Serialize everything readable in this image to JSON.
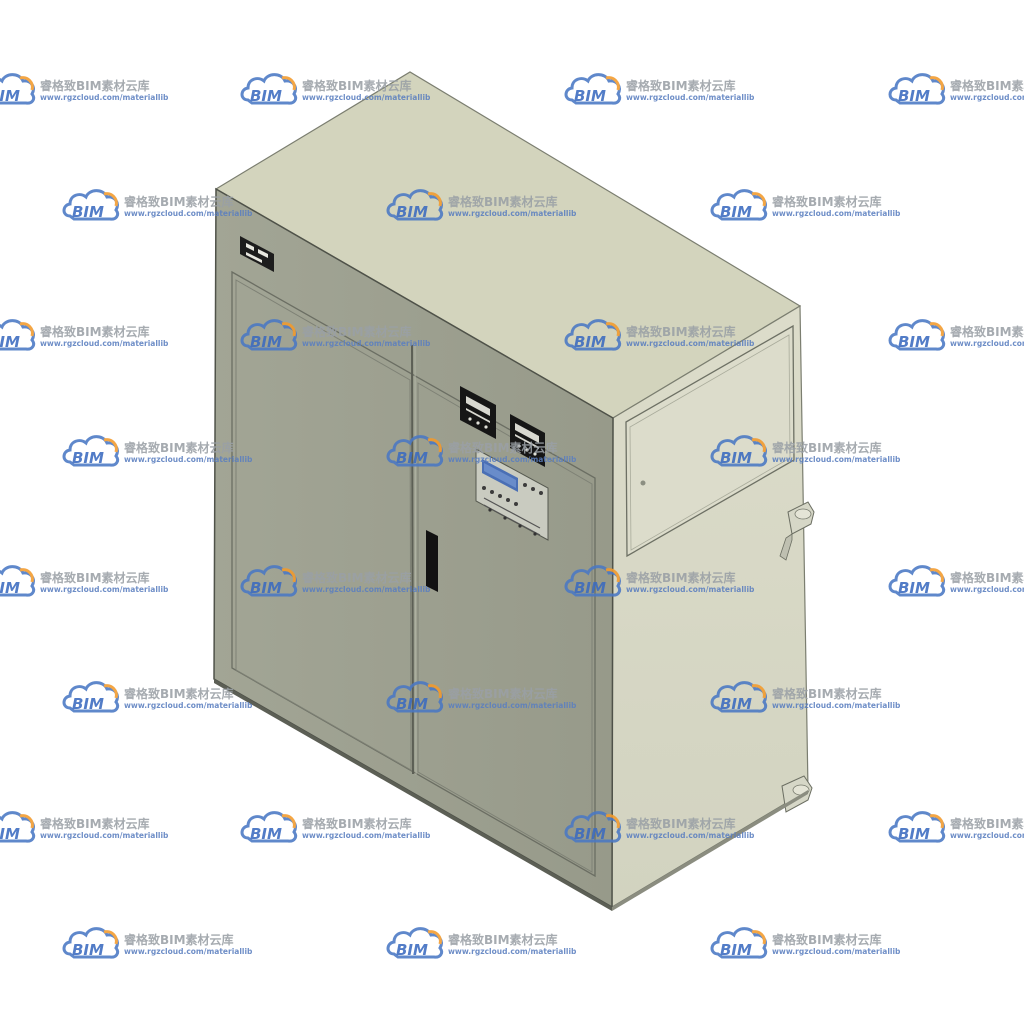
{
  "scene": {
    "subject": "electrical-cabinet-3d-model",
    "colors": {
      "background": "#ffffff",
      "cabinet_front": "#9da191",
      "cabinet_top": "#d3d4bd",
      "cabinet_side": "#d6d7c4",
      "edge": "#5f6258",
      "display": "#1a1a1a",
      "lcd": "#4a6fb5"
    }
  },
  "watermark": {
    "logo_text": "BIM",
    "title": "睿格致BIM素材云库",
    "url": "www.rgzcloud.com/materiallib",
    "colors": {
      "cloud_blue": "#4a78c4",
      "accent_orange": "#f39a2b",
      "title_gray": "#9aa0a6",
      "url_blue": "#5b7fc0"
    }
  },
  "watermarks": [
    {},
    {},
    {},
    {},
    {},
    {},
    {},
    {},
    {},
    {},
    {},
    {},
    {},
    {},
    {},
    {},
    {},
    {},
    {},
    {},
    {},
    {},
    {},
    {},
    {},
    {},
    {},
    {}
  ]
}
